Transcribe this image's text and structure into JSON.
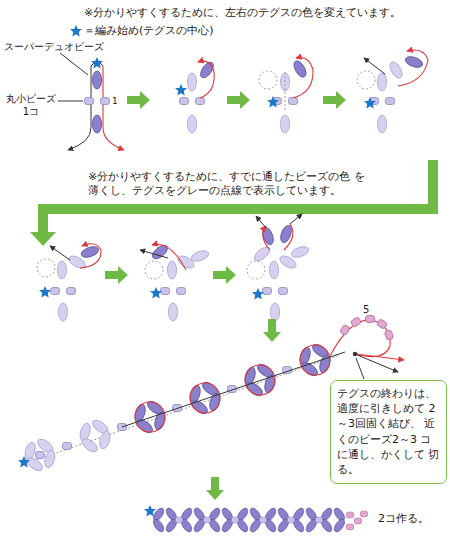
{
  "diagram": {
    "nodes": [
      {
        "text": [
          "テグスの終わりは、 適度に引きしめて 2～3回固く結び、 近くのビーズ2～3 コに通し、かくして 切る。"
        ]
      }
    ],
    "labels": [
      "※分かりやすくするために、左右のテグスの色を変えています。",
      "＝編み始め(テグスの中心)",
      "スーパーデュオビーズ",
      "丸小ビーズ 1コ",
      "1",
      "※分かりやすくするために、すでに通したビーズの色 を薄くし、テグスをグレーの点線で表示しています。",
      "5",
      "2コ作る。"
    ]
  }
}
